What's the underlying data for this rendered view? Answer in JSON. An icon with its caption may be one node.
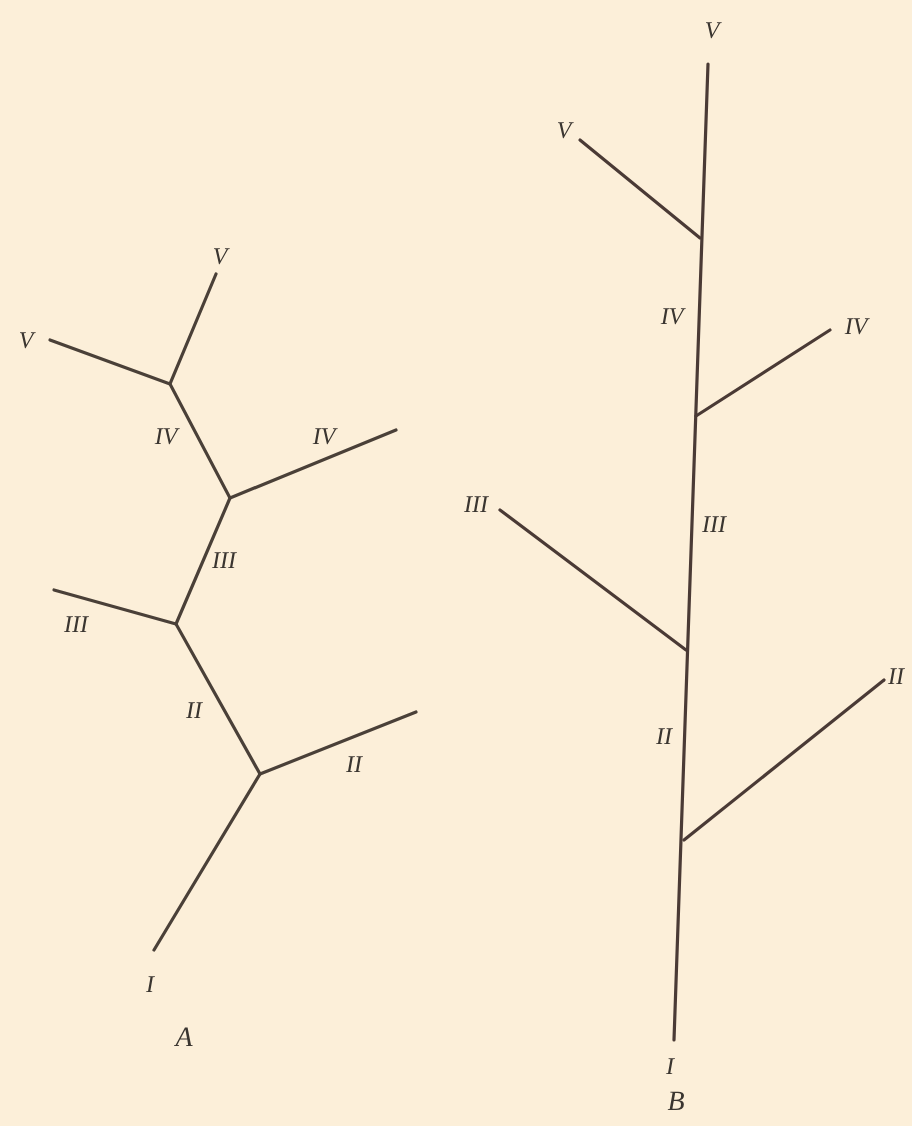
{
  "diagram": {
    "labels": [
      "V",
      "V",
      "IV",
      "IV",
      "III",
      "III",
      "II",
      "II",
      "I",
      "A",
      "V",
      "V",
      "IV",
      "IV",
      "III",
      "III",
      "II",
      "II",
      "I",
      "B"
    ]
  }
}
